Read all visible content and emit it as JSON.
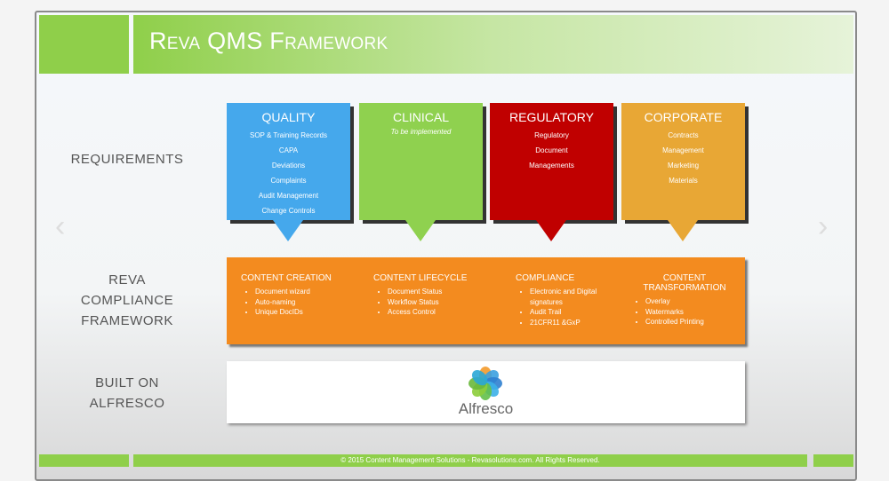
{
  "title": "Reva QMS Framework",
  "row_labels": {
    "requirements": "REQUIREMENTS",
    "framework": "REVA COMPLIANCE FRAMEWORK",
    "built_on": "BUILT ON ALFRESCO"
  },
  "requirements": [
    {
      "title": "QUALITY",
      "italic": false,
      "items": [
        "SOP & Training Records",
        "CAPA",
        "Deviations",
        "Complaints",
        "Audit Management",
        "Change Controls"
      ],
      "color": "#45a8ec"
    },
    {
      "title": "CLINICAL",
      "italic": true,
      "items": [
        "To be implemented"
      ],
      "color": "#8fd14f"
    },
    {
      "title": "REGULATORY",
      "italic": false,
      "items": [
        "Regulatory",
        "Document",
        "Managements"
      ],
      "color": "#c00000"
    },
    {
      "title": "CORPORATE",
      "italic": false,
      "items": [
        "Contracts",
        "Management",
        "Marketing",
        "Materials"
      ],
      "color": "#e8a735"
    }
  ],
  "framework": [
    {
      "title": "CONTENT CREATION",
      "items": [
        "Document wizard",
        "Auto-naming",
        "Unique DocIDs"
      ]
    },
    {
      "title": "CONTENT LIFECYCLE",
      "items": [
        "Document Status",
        "Workflow Status",
        "Access Control"
      ]
    },
    {
      "title": "COMPLIANCE",
      "items": [
        "Electronic and Digital signatures",
        "Audit Trail",
        "21CFR11 &GxP"
      ]
    },
    {
      "title": "CONTENT TRANSFORMATION",
      "items": [
        "Overlay",
        "Watermarks",
        "Controlled Printing"
      ]
    }
  ],
  "alfresco_logo": "Alfresco",
  "footer": "© 2015 Content Management Solutions - Revasolutions.com. All Rights Reserved."
}
